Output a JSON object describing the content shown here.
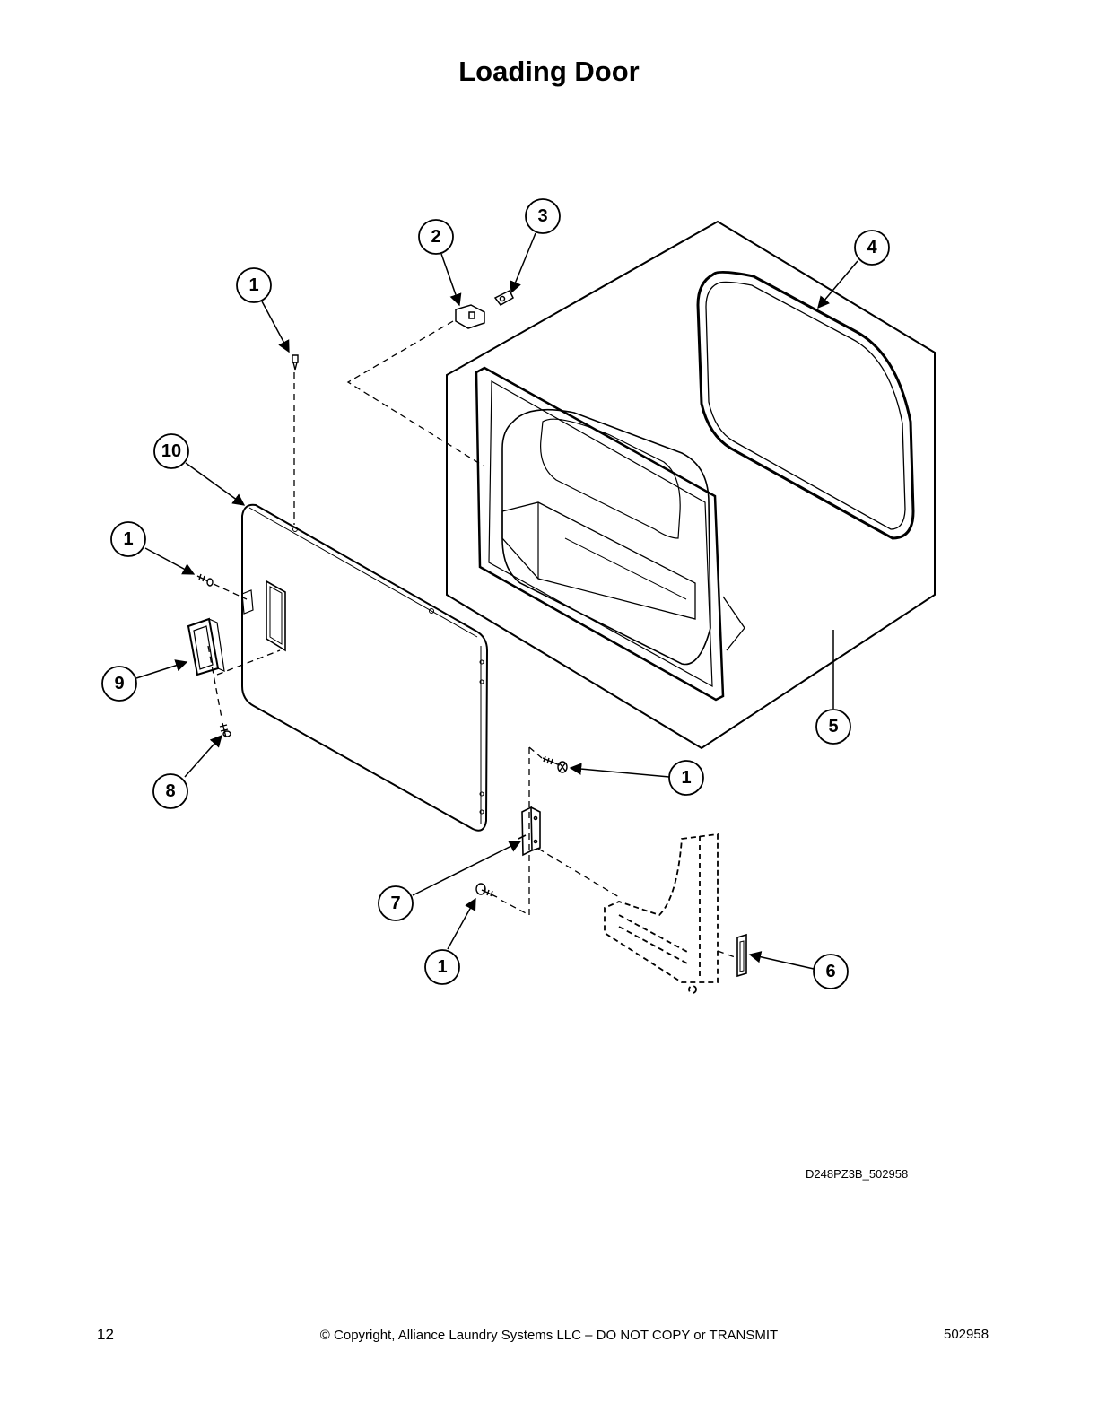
{
  "title": "Loading Door",
  "callouts": [
    {
      "id": "c1a",
      "label": "1"
    },
    {
      "id": "c2",
      "label": "2"
    },
    {
      "id": "c3",
      "label": "3"
    },
    {
      "id": "c4",
      "label": "4"
    },
    {
      "id": "c10",
      "label": "10"
    },
    {
      "id": "c1b",
      "label": "1"
    },
    {
      "id": "c9",
      "label": "9"
    },
    {
      "id": "c8",
      "label": "8"
    },
    {
      "id": "c5",
      "label": "5"
    },
    {
      "id": "c1c",
      "label": "1"
    },
    {
      "id": "c7",
      "label": "7"
    },
    {
      "id": "c1d",
      "label": "1"
    },
    {
      "id": "c6",
      "label": "6"
    }
  ],
  "drawing_code": "D248PZ3B_502958",
  "footer": {
    "page_number": "12",
    "copyright": "© Copyright, Alliance Laundry Systems LLC – DO NOT COPY or TRANSMIT",
    "doc_number": "502958"
  }
}
